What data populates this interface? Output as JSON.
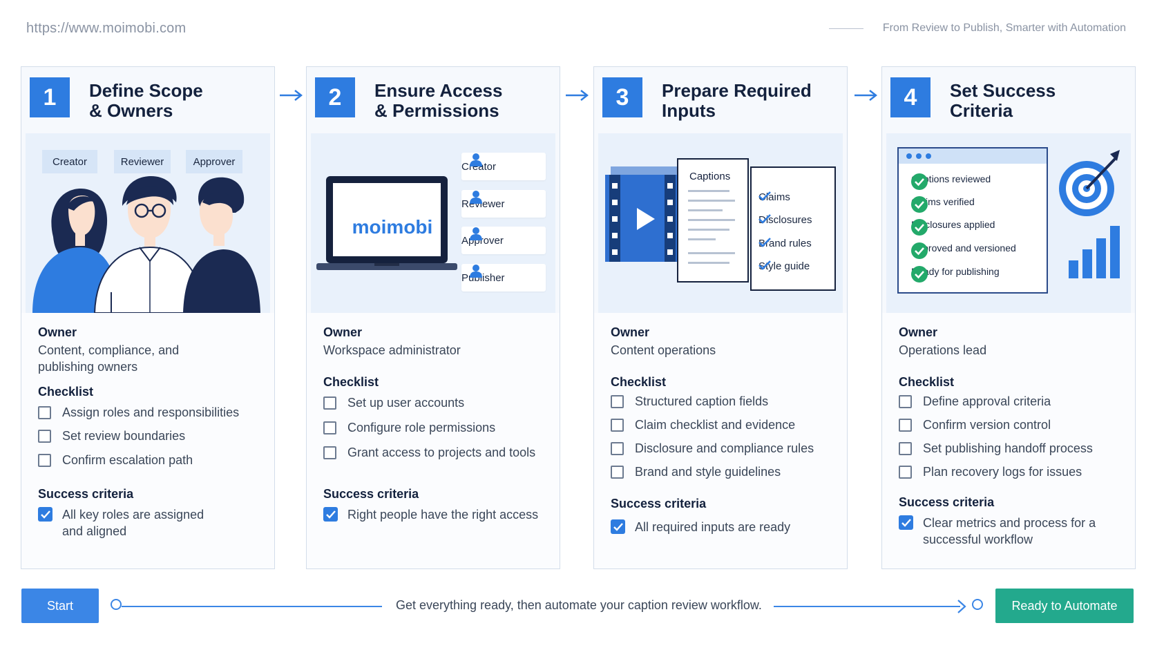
{
  "header": {
    "url": "https://www.moimobi.com",
    "tagline": "From Review to Publish, Smarter with Automation"
  },
  "brand": {
    "logo_text": "moimobi",
    "accent": "#2e7ce0",
    "success": "#23a98d"
  },
  "steps": [
    {
      "number": "1",
      "title_line1": "Define Scope",
      "title_line2": "& Owners",
      "roles": [
        "Creator",
        "Reviewer",
        "Approver"
      ],
      "owner_label": "Owner",
      "owner": "Content, compliance, and publishing owners",
      "checklist_label": "Checklist",
      "checklist": [
        "Assign roles and responsibilities",
        "Set review boundaries",
        "Confirm escalation path"
      ],
      "success_label": "Success criteria",
      "success": "All key roles are assigned and aligned"
    },
    {
      "number": "2",
      "title_line1": "Ensure Access",
      "title_line2": "& Permissions",
      "roles": [
        "Creator",
        "Reviewer",
        "Approver",
        "Publisher"
      ],
      "owner_label": "Owner",
      "owner": "Workspace administrator",
      "checklist_label": "Checklist",
      "checklist": [
        "Set up user accounts",
        "Configure role permissions",
        "Grant access to projects and tools"
      ],
      "success_label": "Success criteria",
      "success": "Right people have the right access"
    },
    {
      "number": "3",
      "title_line1": "Prepare Required",
      "title_line2": "Inputs",
      "doc_title": "Captions",
      "inputs": [
        "Claims",
        "Disclosures",
        "Brand rules",
        "Style guide"
      ],
      "owner_label": "Owner",
      "owner": "Content operations",
      "checklist_label": "Checklist",
      "checklist": [
        "Structured caption fields",
        "Claim checklist and evidence",
        "Disclosure and compliance rules",
        "Brand and style guidelines"
      ],
      "success_label": "Success criteria",
      "success": "All required inputs are ready"
    },
    {
      "number": "4",
      "title_line1": "Set Success",
      "title_line2": "Criteria",
      "criteria": [
        "Captions reviewed",
        "Claims verified",
        "Disclosures applied",
        "Approved and versioned",
        "Ready for publishing"
      ],
      "owner_label": "Owner",
      "owner": "Operations lead",
      "checklist_label": "Checklist",
      "checklist": [
        "Define approval criteria",
        "Confirm version control",
        "Set publishing handoff process",
        "Plan recovery logs for issues"
      ],
      "success_label": "Success criteria",
      "success": "Clear metrics and process for a successful workflow"
    }
  ],
  "footer": {
    "start_label": "Start",
    "message": "Get everything ready, then automate your caption review workflow.",
    "end_label": "Ready to Automate"
  }
}
